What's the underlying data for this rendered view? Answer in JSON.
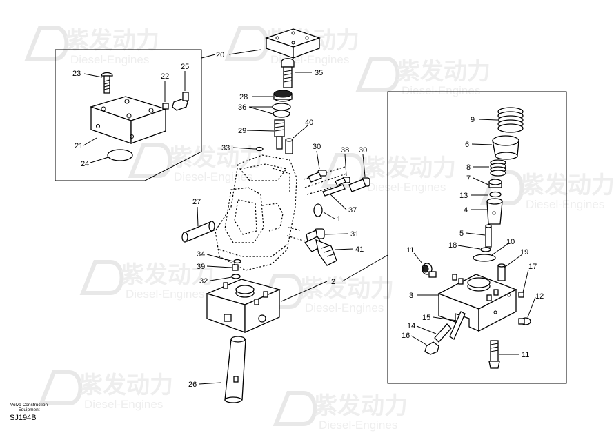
{
  "watermark": {
    "cn": "紫发动力",
    "en": "Diesel-Engines"
  },
  "company": {
    "line1": "Volvo Construction",
    "line2": "Equipment"
  },
  "drawing_code": "SJ194B",
  "callouts": {
    "c1": "1",
    "c2": "2",
    "c3": "3",
    "c4": "4",
    "c5": "5",
    "c6": "6",
    "c7": "7",
    "c8": "8",
    "c9": "9",
    "c10": "10",
    "c11a": "11",
    "c11b": "11",
    "c12": "12",
    "c13": "13",
    "c14": "14",
    "c15": "15",
    "c16": "16",
    "c17": "17",
    "c18": "18",
    "c19": "19",
    "c20": "20",
    "c21": "21",
    "c22": "22",
    "c23": "23",
    "c24": "24",
    "c25": "25",
    "c26": "26",
    "c27": "27",
    "c28": "28",
    "c29": "29",
    "c30a": "30",
    "c30b": "30",
    "c31": "31",
    "c32": "32",
    "c33": "33",
    "c34": "34",
    "c35": "35",
    "c36": "36",
    "c37": "37",
    "c38": "38",
    "c39": "39",
    "c40": "40",
    "c41": "41"
  }
}
